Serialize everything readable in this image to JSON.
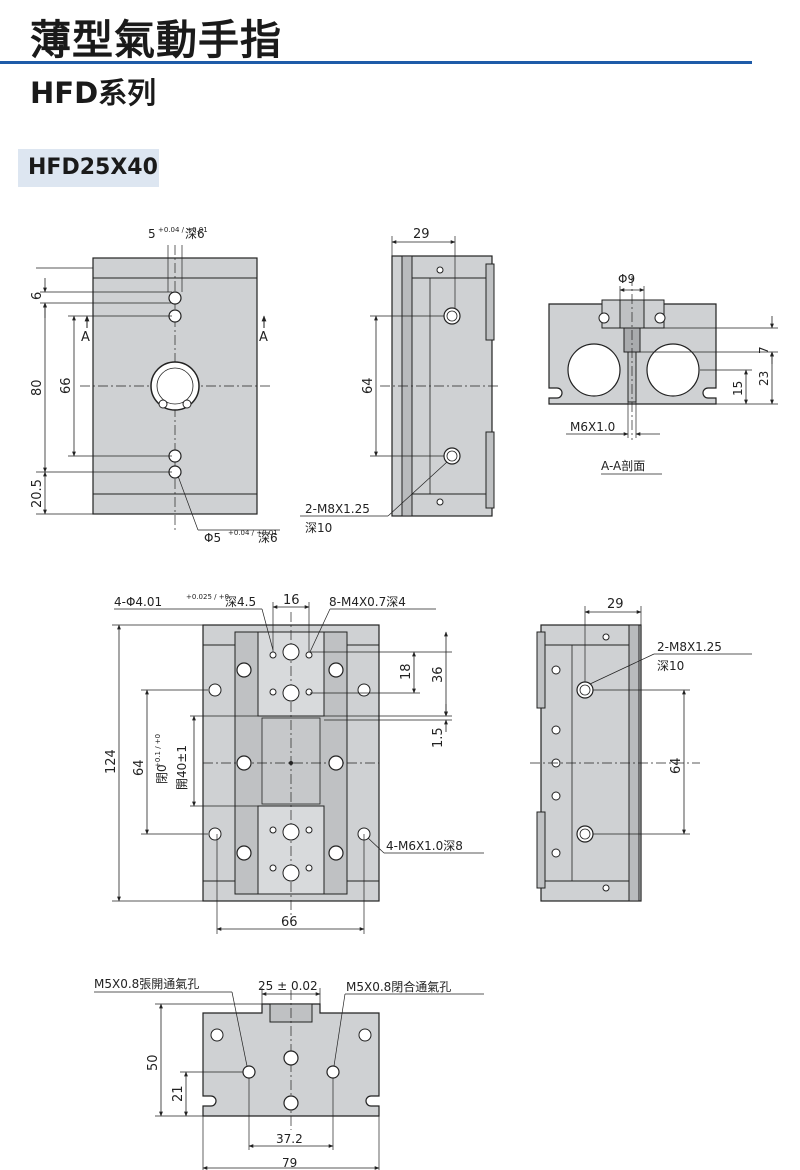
{
  "title": "薄型氣動手指",
  "subtitle": "HFD系列",
  "model": "HFD25X40",
  "colors": {
    "accent_rule": "#1e5ba8",
    "model_bg": "#dde6f1",
    "part_fill": "#cfd1d3",
    "line": "#222222"
  },
  "top_view": {
    "dim_top": "5",
    "dim_top_tol": "+0.04 / +0.01",
    "dim_top_depth": "深6",
    "dim_6": "6",
    "dim_80": "80",
    "dim_66": "66",
    "dim_20_5": "20.5",
    "section_left": "A",
    "section_right": "A",
    "dim_hole": "Φ5",
    "dim_hole_tol": "+0.04 / +0.01",
    "dim_hole_depth": "深6"
  },
  "side_view_1": {
    "dim_29": "29",
    "dim_64": "64",
    "thread_note": "2-M8X1.25",
    "thread_depth": "深10"
  },
  "section_view": {
    "dim_phi9": "Φ9",
    "dim_7": "7",
    "dim_15": "15",
    "dim_23": "23",
    "thread": "M6X1.0",
    "label": "A-A剖面"
  },
  "bottom_view": {
    "note_pins": "4-Φ4.01",
    "note_pins_tol": "+0.025 / +0",
    "note_pins_depth": "深4.5",
    "dim_16": "16",
    "note_m4": "8-M4X0.7深4",
    "dim_18": "18",
    "dim_36": "36",
    "dim_1_5": "1.5",
    "dim_124": "124",
    "dim_64": "64",
    "closed_label": "閉0",
    "closed_tol": "+0.1 / +0",
    "open_label": "開40±1",
    "note_m6": "4-M6X1.0深8",
    "dim_66": "66"
  },
  "side_view_2": {
    "dim_29": "29",
    "thread_note": "2-M8X1.25",
    "thread_depth": "深10",
    "dim_64": "64"
  },
  "end_view": {
    "port_open": "M5X0.8張開通氣孔",
    "dim_25": "25 ± 0.02",
    "port_close": "M5X0.8閉合通氣孔",
    "dim_50": "50",
    "dim_21": "21",
    "dim_37_2": "37.2",
    "dim_79": "79"
  }
}
